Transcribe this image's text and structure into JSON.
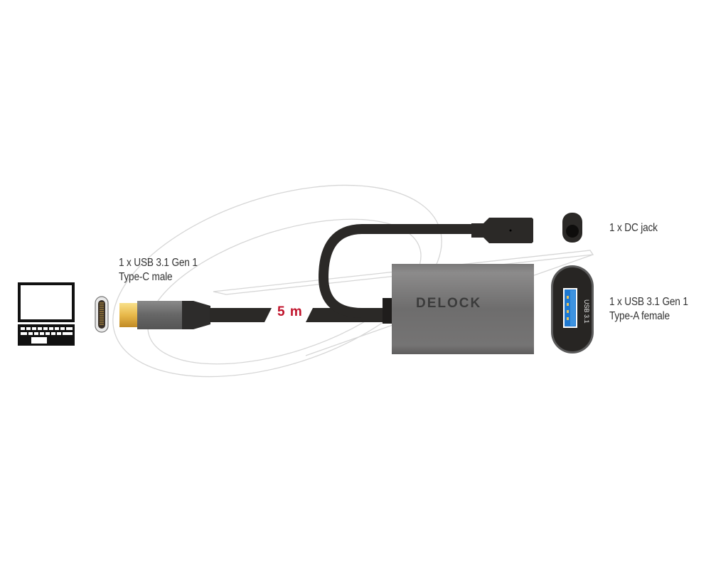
{
  "product": {
    "brand": "DELOCK",
    "cable_length": "5 m"
  },
  "labels": {
    "usb_c": {
      "line1": "1 x USB 3.1 Gen 1",
      "line2": "Type-C male"
    },
    "dc_jack": {
      "line1": "1 x DC jack"
    },
    "usb_a": {
      "line1": "1 x USB 3.1 Gen 1",
      "line2": "Type-A female"
    }
  },
  "port_marking": "USB 3.1",
  "icons": {
    "laptop": "laptop-icon",
    "usb_c_port": "usb-c-port-icon",
    "usb_c_plug": "usb-c-plug",
    "dc_jack": "dc-jack-icon",
    "usb_a_port": "usb-a-port-icon"
  },
  "colors": {
    "cable": "#2b2927",
    "housing": "#6f6e6e",
    "length_accent": "#c0132b",
    "usb_blue": "#1e78d0",
    "gold_contact": "#e8b84a",
    "text": "#333333"
  }
}
